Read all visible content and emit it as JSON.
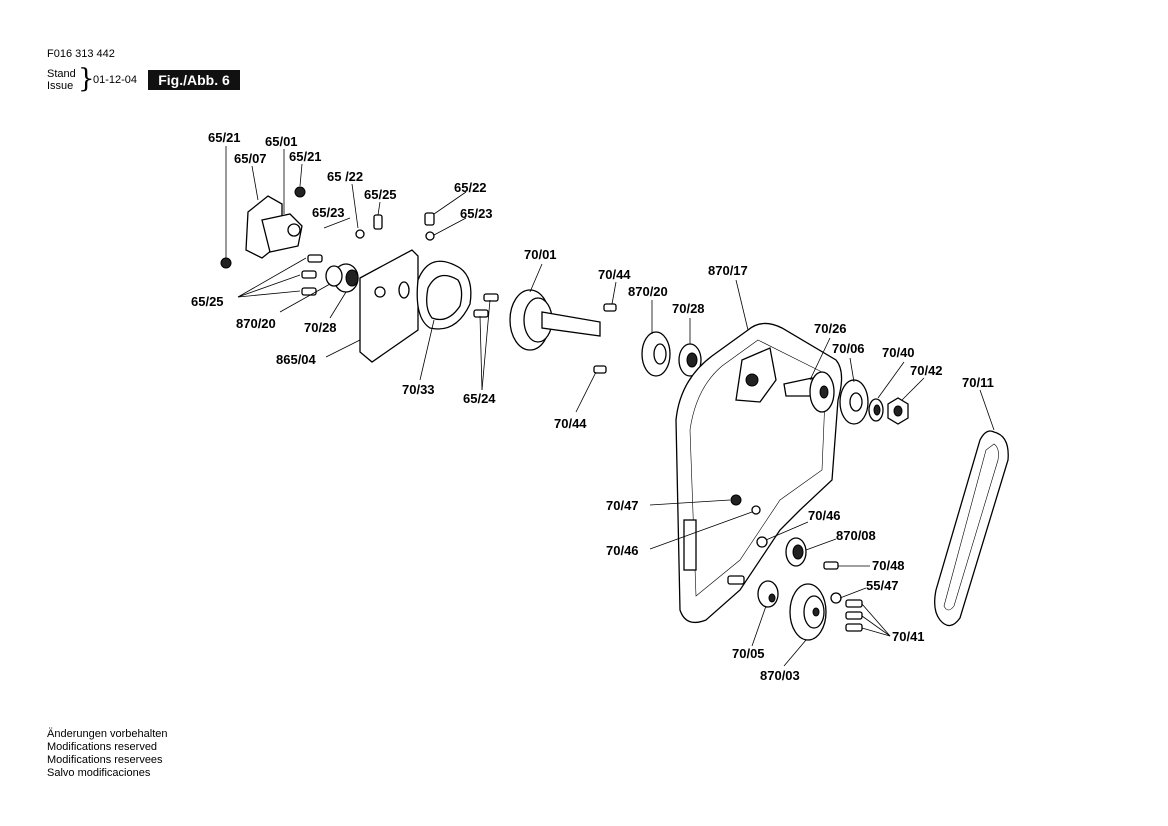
{
  "header": {
    "doc_number": "F016 313 442",
    "stand_label": "Stand",
    "issue_label": "Issue",
    "date": "01-12-04",
    "figure_label": "Fig./Abb. 6"
  },
  "footer": {
    "lines": [
      "Änderungen vorbehalten",
      "Modifications reserved",
      "Modifications reservees",
      "Salvo modificaciones"
    ]
  },
  "parts": {
    "p1": "65/21",
    "p2": "65/01",
    "p3": "65/07",
    "p4": "65/21",
    "p5": "65 /22",
    "p6": "65/25",
    "p7": "65/22",
    "p8": "65/23",
    "p9": "65/23",
    "p10": "65/25",
    "p11": "870/20",
    "p12": "70/28",
    "p13": "865/04",
    "p14": "70/33",
    "p15": "65/24",
    "p16": "70/01",
    "p17": "70/44",
    "p18": "870/20",
    "p19": "70/28",
    "p20": "70/44",
    "p21": "870/17",
    "p22": "70/26",
    "p23": "70/06",
    "p24": "70/40",
    "p25": "70/42",
    "p26": "70/11",
    "p27": "70/47",
    "p28": "70/46",
    "p29": "70/46",
    "p30": "870/08",
    "p31": "70/48",
    "p32": "55/47",
    "p33": "70/41",
    "p34": "70/05",
    "p35": "870/03"
  }
}
